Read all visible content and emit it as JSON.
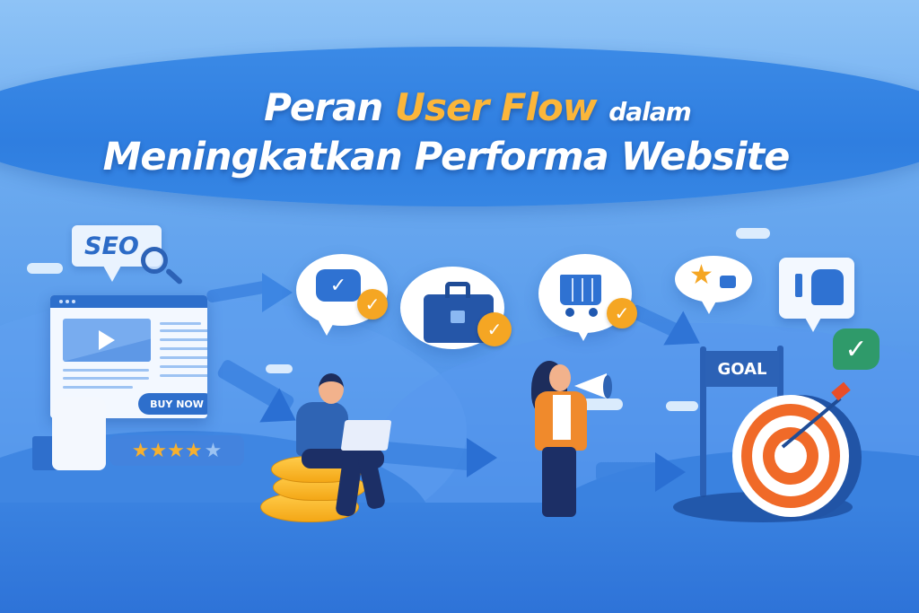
{
  "title": {
    "line1_prefix": "Peran",
    "line1_highlight": "User Flow",
    "line1_suffix": "dalam",
    "line2": "Meningkatkan Performa Website",
    "highlight_color": "#fbb63a"
  },
  "website_mockup": {
    "seo_label": "SEO",
    "cta_label": "BUY NOW",
    "rating": {
      "filled": "★★★★",
      "empty": "★",
      "value": 4,
      "max": 5
    }
  },
  "flow_steps": [
    {
      "icon": "chat-check-icon",
      "badge": "✓"
    },
    {
      "icon": "briefcase-icon",
      "badge": "✓"
    },
    {
      "icon": "shopping-cart-icon",
      "badge": "✓"
    }
  ],
  "goal": {
    "flag_label": "GOAL",
    "feedback_icons": [
      "star-review-icon",
      "thumbs-up-chart-icon",
      "verified-check-icon"
    ]
  },
  "check_mark": "✓",
  "colors": {
    "background_top": "#8ec3f6",
    "background_bottom": "#2f76dc",
    "primary_blue": "#2d6fcc",
    "accent_orange": "#f5a623",
    "target_orange": "#f06a28",
    "success_green": "#2f9a6a"
  }
}
